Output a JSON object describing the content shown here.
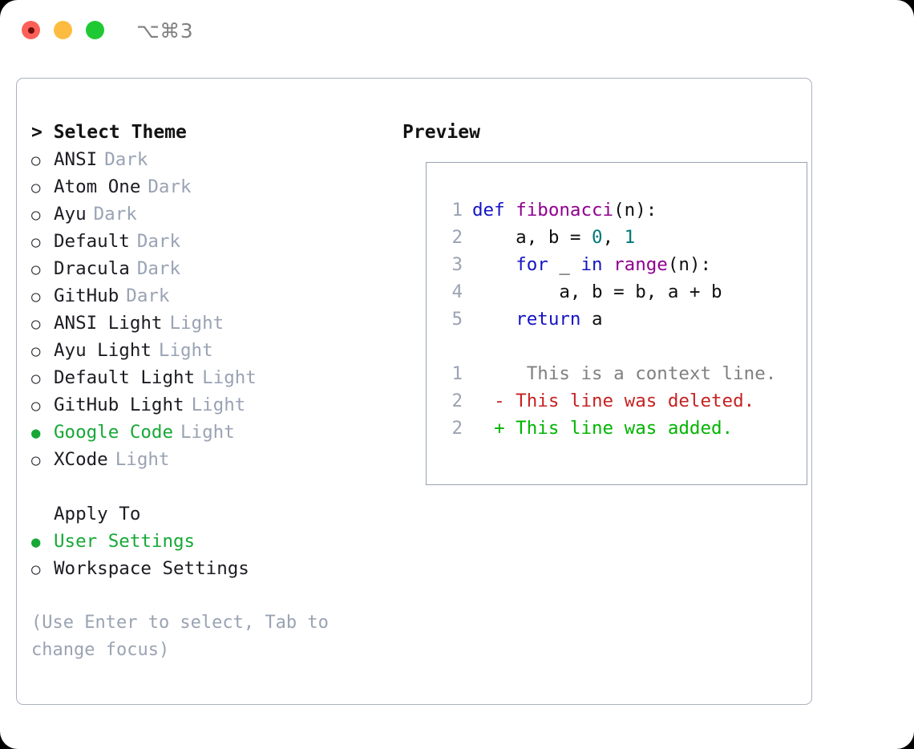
{
  "titlebar": {
    "shortcut": "⌥⌘3",
    "lights": [
      "close-red",
      "minimize-yellow",
      "maximize-green"
    ]
  },
  "theme_picker": {
    "heading": "> Select Theme",
    "prompt_symbol": ">",
    "bullet_on": "●",
    "bullet_off": "○",
    "accent_color": "#16a837",
    "tag_color": "#99a3b4",
    "items": [
      {
        "label": "ANSI",
        "tag": "Dark",
        "selected": false
      },
      {
        "label": "Atom One",
        "tag": "Dark",
        "selected": false
      },
      {
        "label": "Ayu",
        "tag": "Dark",
        "selected": false
      },
      {
        "label": "Default",
        "tag": "Dark",
        "selected": false
      },
      {
        "label": "Dracula",
        "tag": "Dark",
        "selected": false
      },
      {
        "label": "GitHub",
        "tag": "Dark",
        "selected": false
      },
      {
        "label": "ANSI Light",
        "tag": "Light",
        "selected": false
      },
      {
        "label": "Ayu Light",
        "tag": "Light",
        "selected": false
      },
      {
        "label": "Default Light",
        "tag": "Light",
        "selected": false
      },
      {
        "label": "GitHub Light",
        "tag": "Light",
        "selected": false
      },
      {
        "label": "Google Code",
        "tag": "Light",
        "selected": true
      },
      {
        "label": "XCode",
        "tag": "Light",
        "selected": false
      }
    ]
  },
  "apply_to": {
    "heading": "Apply To",
    "options": [
      {
        "label": "User Settings",
        "selected": true
      },
      {
        "label": "Workspace Settings",
        "selected": false
      }
    ]
  },
  "hint": "(Use Enter to select, Tab to change focus)",
  "preview": {
    "heading": "Preview",
    "code_lines": [
      {
        "ln": "1",
        "tokens": [
          {
            "t": "def ",
            "c": "kw"
          },
          {
            "t": "fibonacci",
            "c": "fn"
          },
          {
            "t": "(",
            "c": "pn"
          },
          {
            "t": "n",
            "c": "var"
          },
          {
            "t": "):",
            "c": "pn"
          }
        ]
      },
      {
        "ln": "2",
        "tokens": [
          {
            "t": "    a, b ",
            "c": "var"
          },
          {
            "t": "= ",
            "c": "pn"
          },
          {
            "t": "0",
            "c": "num"
          },
          {
            "t": ", ",
            "c": "pn"
          },
          {
            "t": "1",
            "c": "num"
          }
        ]
      },
      {
        "ln": "3",
        "tokens": [
          {
            "t": "    ",
            "c": "pn"
          },
          {
            "t": "for",
            "c": "kw"
          },
          {
            "t": " _ ",
            "c": "var"
          },
          {
            "t": "in",
            "c": "kw"
          },
          {
            "t": " ",
            "c": "pn"
          },
          {
            "t": "range",
            "c": "fn"
          },
          {
            "t": "(",
            "c": "pn"
          },
          {
            "t": "n",
            "c": "var"
          },
          {
            "t": "):",
            "c": "pn"
          }
        ]
      },
      {
        "ln": "4",
        "tokens": [
          {
            "t": "        a, b ",
            "c": "var"
          },
          {
            "t": "= ",
            "c": "pn"
          },
          {
            "t": "b, a + b",
            "c": "var"
          }
        ]
      },
      {
        "ln": "5",
        "tokens": [
          {
            "t": "    ",
            "c": "pn"
          },
          {
            "t": "return",
            "c": "kw"
          },
          {
            "t": " a",
            "c": "var"
          }
        ]
      }
    ],
    "diff_lines": [
      {
        "ln": "1",
        "sign": " ",
        "text": "  This is a context line.",
        "kind": "ctx"
      },
      {
        "ln": "2",
        "sign": "-",
        "text": " This line was deleted.",
        "kind": "del"
      },
      {
        "ln": "2",
        "sign": "+",
        "text": " This line was added.",
        "kind": "add"
      }
    ]
  }
}
